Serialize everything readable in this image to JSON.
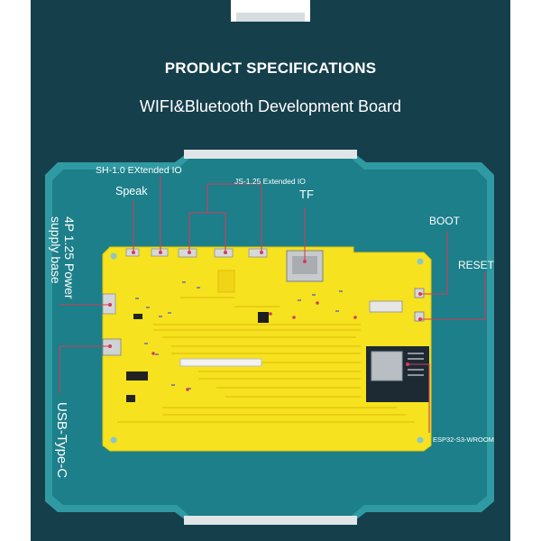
{
  "header": {
    "title": "PRODUCT SPECIFICATIONS",
    "subtitle": "WIFI&Bluetooth Development Board"
  },
  "labels": {
    "sh_io": "SH-1.0 EXtended IO",
    "speak": "Speak",
    "js_io": "JS-1.25 Extended IO",
    "tf": "TF",
    "boot": "BOOT",
    "reset": "RESET",
    "power": "4P 1.25 Power supply base",
    "usb": "USB-Type-C",
    "module": "ESP32-S3-WROOM"
  },
  "colors": {
    "background": "#163f4c",
    "frame": "#37b2b0",
    "board": "#f6e21e",
    "callout": "#d23c5a"
  }
}
